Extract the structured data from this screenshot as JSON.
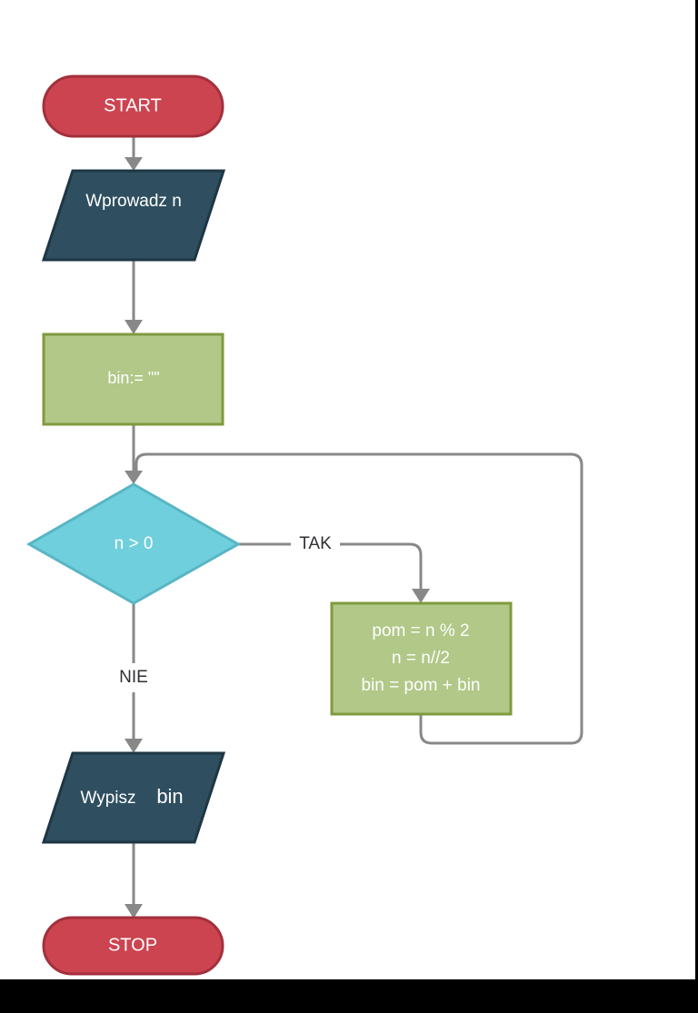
{
  "flowchart": {
    "colors": {
      "terminal_fill": "#cc4450",
      "terminal_stroke": "#a3303c",
      "io_fill": "#2f4f60",
      "io_stroke": "#1f3644",
      "process_fill": "#b1c888",
      "process_stroke": "#7f9a3e",
      "decision_fill": "#70cfdc",
      "decision_stroke": "#58b6c4",
      "edge": "#888888",
      "node_text": "#ffffff",
      "edge_label_text": "#2e3033"
    },
    "nodes": {
      "start": {
        "type": "terminal",
        "label": "START"
      },
      "input_n": {
        "type": "input-output",
        "label": "Wprowadz n"
      },
      "init_bin": {
        "type": "process",
        "label": "bin:= \"\""
      },
      "condition": {
        "type": "decision",
        "label": "n > 0"
      },
      "loop_body": {
        "type": "process",
        "lines": [
          "pom = n % 2",
          "n = n//2",
          "bin = pom + bin"
        ]
      },
      "output_bin": {
        "type": "input-output",
        "label_main": "Wypisz",
        "label_var": "bin"
      },
      "stop": {
        "type": "terminal",
        "label": "STOP"
      }
    },
    "edges": {
      "yes_label": "TAK",
      "no_label": "NIE"
    }
  }
}
